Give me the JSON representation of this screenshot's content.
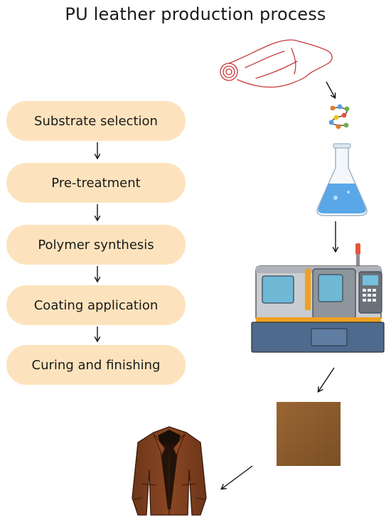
{
  "title": "PU leather production process",
  "steps": [
    {
      "label": "Substrate selection"
    },
    {
      "label": "Pre-treatment"
    },
    {
      "label": "Polymer synthesis"
    },
    {
      "label": "Coating application"
    },
    {
      "label": "Curing and finishing"
    }
  ],
  "illustrations": [
    "fabric-roll-icon",
    "polymer-chain-icon",
    "flask-icon",
    "coating-machine-icon",
    "leather-swatch-icon",
    "leather-jacket-icon"
  ],
  "colors": {
    "step_fill": "#fde3bd",
    "fabric_stroke": "#c8383a",
    "flask_liquid": "#5aa7e8",
    "leather": "#8a5a2b",
    "jacket": "#7a3e1f",
    "machine_body": "#c9ccd1",
    "machine_accent": "#f0a020"
  }
}
